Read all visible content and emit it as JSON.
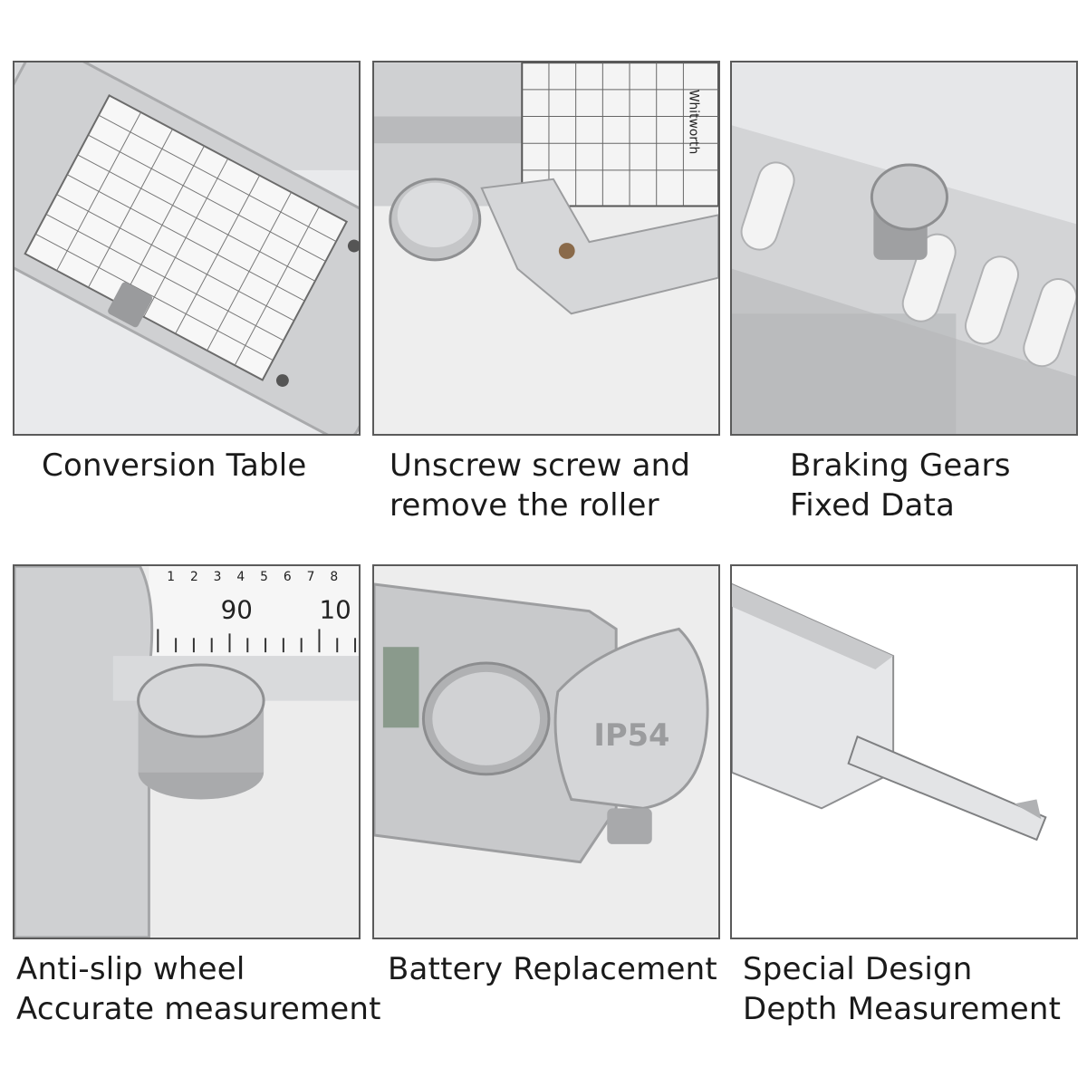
{
  "panels": [
    {
      "caption_lines": [
        "Conversion Table"
      ],
      "image": "caliper-conversion-table-photo"
    },
    {
      "caption_lines": [
        "Unscrew screw and",
        "remove the roller"
      ],
      "image": "caliper-roller-screw-photo",
      "table_header": "Whitworth"
    },
    {
      "caption_lines": [
        "Braking Gears",
        "Fixed Data"
      ],
      "image": "caliper-locking-screw-photo"
    },
    {
      "caption_lines": [
        "Anti-slip wheel",
        "Accurate measurement"
      ],
      "image": "caliper-thumb-wheel-photo",
      "scale_numbers": [
        "90",
        "10"
      ],
      "scale_digits": [
        "1",
        "2",
        "3",
        "4",
        "5",
        "6",
        "7",
        "8"
      ]
    },
    {
      "caption_lines": [
        "Battery Replacement"
      ],
      "image": "caliper-battery-cover-photo",
      "badge": "IP54"
    },
    {
      "caption_lines": [
        "Special Design",
        "Depth Measurement"
      ],
      "image": "caliper-depth-rod-photo"
    }
  ]
}
